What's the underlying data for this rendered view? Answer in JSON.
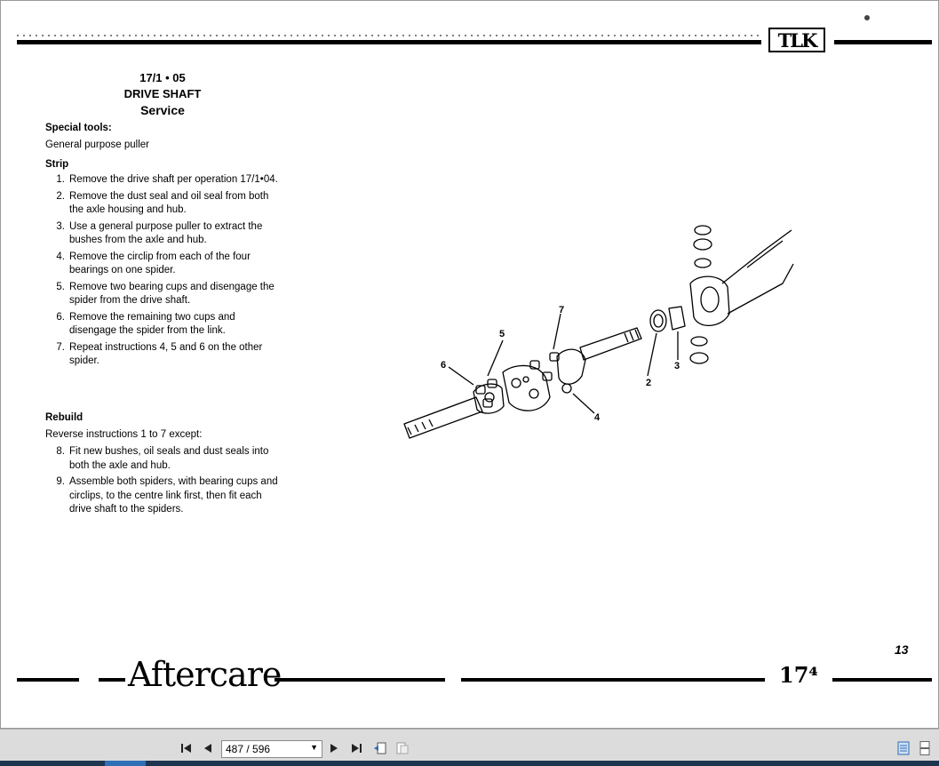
{
  "header": {
    "logo_text": "TLK"
  },
  "document": {
    "op_number": "17/1 • 05",
    "title": "DRIVE SHAFT",
    "subtitle": "Service",
    "special_tools_label": "Special tools:",
    "special_tools_text": "General purpose puller",
    "strip_label": "Strip",
    "strip_steps": [
      {
        "num": "1.",
        "text": "Remove the drive shaft per operation 17/1•04."
      },
      {
        "num": "2.",
        "text": "Remove the dust seal and oil seal from both the axle housing and hub."
      },
      {
        "num": "3.",
        "text": "Use  a general purpose puller to extract the bushes from the axle and hub."
      },
      {
        "num": "4.",
        "text": "Remove the circlip from each of the four bearings on one spider."
      },
      {
        "num": "5.",
        "text": "Remove two bearing cups and disengage the spider from the drive shaft."
      },
      {
        "num": "6.",
        "text": "Remove the remaining two cups and disengage the spider from the link."
      },
      {
        "num": "7.",
        "text": "Repeat instructions 4, 5 and 6 on the other spider."
      }
    ],
    "rebuild_label": "Rebuild",
    "rebuild_intro": "Reverse instructions 1 to 7 except:",
    "rebuild_steps": [
      {
        "num": "8.",
        "text": "Fit new bushes, oil seals and dust seals into both the axle and hub."
      },
      {
        "num": "9.",
        "text": "Assemble both spiders, with bearing cups and circlips, to the centre link first, then fit each drive shaft to the spiders."
      }
    ]
  },
  "diagram": {
    "callouts": [
      "2",
      "3",
      "4",
      "5",
      "6",
      "7"
    ]
  },
  "footer": {
    "brand": "Aftercare",
    "section": "17⁴",
    "page_number": "13"
  },
  "viewer": {
    "page_indicator": "487 / 596",
    "icons": [
      "first-page-icon",
      "prev-page-icon",
      "next-page-icon",
      "last-page-icon",
      "previous-view-icon",
      "next-view-icon",
      "single-page-icon",
      "continuous-page-icon"
    ]
  }
}
